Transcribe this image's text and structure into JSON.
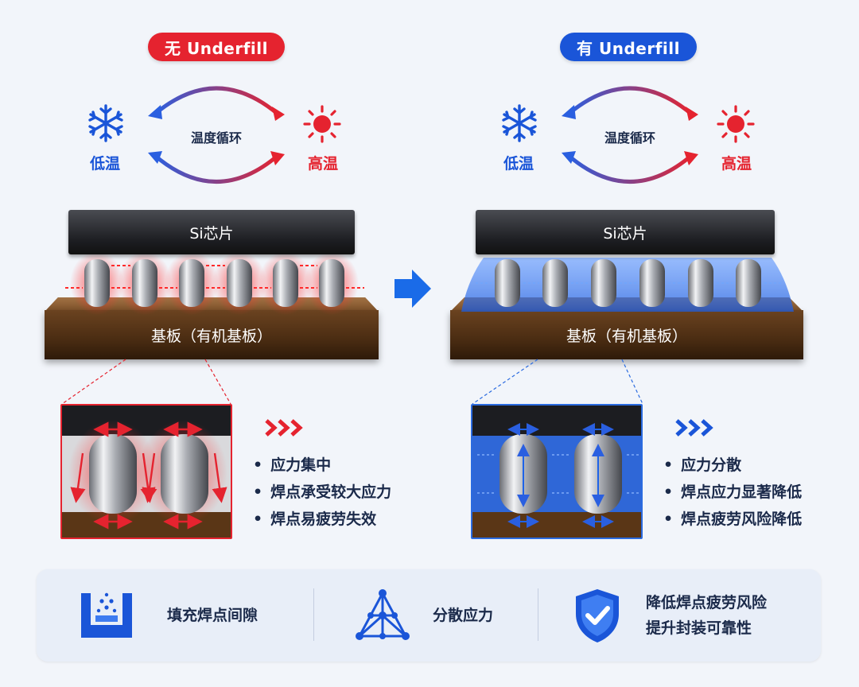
{
  "left_panel": {
    "pill": "无 Underfill",
    "low_temp": "低温",
    "high_temp": "高温",
    "cycle": "温度循环",
    "chip": "Si芯片",
    "substrate": "基板（有机基板）",
    "bullets": [
      "应力集中",
      "焊点承受较大应力",
      "焊点易疲劳失效"
    ]
  },
  "right_panel": {
    "pill": "有 Underfill",
    "low_temp": "低温",
    "high_temp": "高温",
    "cycle": "温度循环",
    "chip": "Si芯片",
    "substrate": "基板（有机基板）",
    "bullets": [
      "应力分散",
      "焊点应力显著降低",
      "焊点疲劳风险降低"
    ]
  },
  "features": {
    "fill_gap": "填充焊点间隙",
    "disperse": "分散应力",
    "reliability_line1": "降低焊点疲劳风险",
    "reliability_line2": "提升封装可靠性"
  },
  "colors": {
    "red": "#e5232f",
    "blue": "#1a55d8",
    "navy": "#1b2a4a"
  }
}
